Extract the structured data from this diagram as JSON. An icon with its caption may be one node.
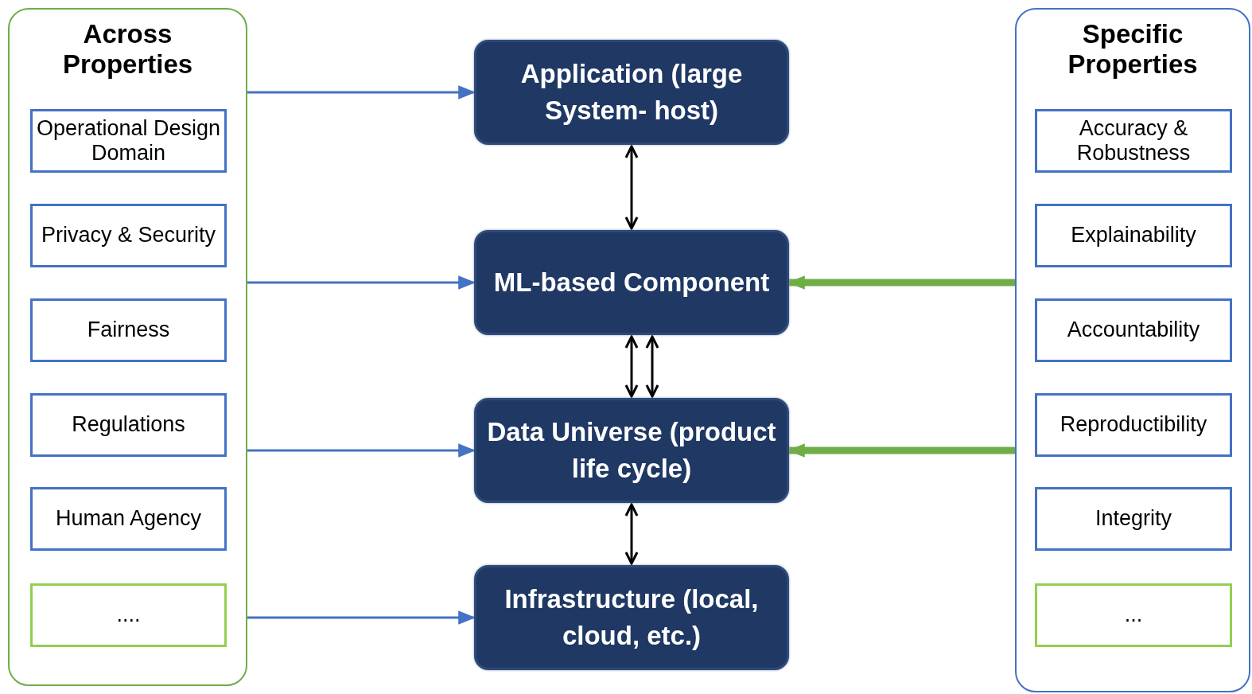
{
  "diagram": {
    "nodes": [
      {
        "text": [
          "Across Properties"
        ]
      },
      {
        "text": [
          "Operational Design Domain"
        ],
        "in": 0
      },
      {
        "text": [
          "Privacy & Security"
        ],
        "in": 0
      },
      {
        "text": [
          "Fairness"
        ],
        "in": 0
      },
      {
        "text": [
          "Regulations"
        ],
        "in": 0
      },
      {
        "text": [
          "Human Agency"
        ],
        "in": 0
      },
      {
        "text": [
          "...."
        ],
        "in": 0
      },
      {
        "text": [
          "Application (large System- host)"
        ]
      },
      {
        "text": [
          "ML-based Component"
        ]
      },
      {
        "text": [
          "Data Universe (product life cycle)"
        ]
      },
      {
        "text": [
          "Infrastructure (local, cloud, etc.)"
        ]
      },
      {
        "text": [
          "Specific Properties"
        ]
      },
      {
        "text": [
          "Accuracy & Robustness"
        ],
        "in": 11
      },
      {
        "text": [
          "Explainability"
        ],
        "in": 11
      },
      {
        "text": [
          "Accountability"
        ],
        "in": 11
      },
      {
        "text": [
          "Reproductibility"
        ],
        "in": 11
      },
      {
        "text": [
          "Integrity"
        ],
        "in": 11
      },
      {
        "text": [
          "..."
        ],
        "in": 11
      }
    ],
    "edges": [
      {
        "from": 0,
        "to": 7,
        "arrow": "to"
      },
      {
        "from": 0,
        "to": 8,
        "arrow": "to"
      },
      {
        "from": 0,
        "to": 9,
        "arrow": "to"
      },
      {
        "from": 0,
        "to": 10,
        "arrow": "to"
      },
      {
        "from": 11,
        "to": 8,
        "arrow": "to",
        "style": "thick",
        "color": "#70ad47"
      },
      {
        "from": 11,
        "to": 9,
        "arrow": "to",
        "style": "thick",
        "color": "#70ad47"
      },
      {
        "from": 7,
        "to": 8,
        "arrow": "both",
        "color": "#000000"
      },
      {
        "from": 8,
        "to": 9,
        "arrow": "both",
        "color": "#000000"
      },
      {
        "from": 9,
        "to": 8,
        "arrow": "both",
        "color": "#000000"
      },
      {
        "from": 9,
        "to": 10,
        "arrow": "both",
        "color": "#000000"
      }
    ]
  }
}
